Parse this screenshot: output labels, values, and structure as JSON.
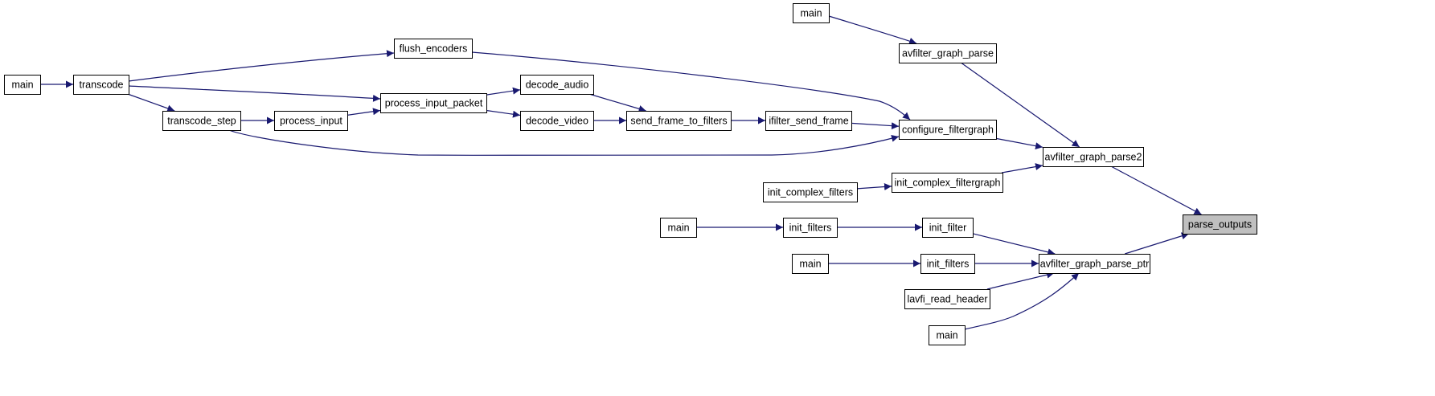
{
  "graph": {
    "nodes": [
      {
        "id": "main_a",
        "label": "main"
      },
      {
        "id": "transcode",
        "label": "transcode"
      },
      {
        "id": "transcode_step",
        "label": "transcode_step"
      },
      {
        "id": "process_input",
        "label": "process_input"
      },
      {
        "id": "flush_encoders",
        "label": "flush_encoders"
      },
      {
        "id": "process_input_packet",
        "label": "process_input_packet"
      },
      {
        "id": "decode_audio",
        "label": "decode_audio"
      },
      {
        "id": "decode_video",
        "label": "decode_video"
      },
      {
        "id": "send_frame_to_filters",
        "label": "send_frame_to_filters"
      },
      {
        "id": "ifilter_send_frame",
        "label": "ifilter_send_frame"
      },
      {
        "id": "main_b",
        "label": "main"
      },
      {
        "id": "avfilter_graph_parse",
        "label": "avfilter_graph_parse"
      },
      {
        "id": "configure_filtergraph",
        "label": "configure_filtergraph"
      },
      {
        "id": "init_complex_filters",
        "label": "init_complex_filters"
      },
      {
        "id": "init_complex_filtergraph",
        "label": "init_complex_filtergraph"
      },
      {
        "id": "avfilter_graph_parse2",
        "label": "avfilter_graph_parse2"
      },
      {
        "id": "main_c",
        "label": "main"
      },
      {
        "id": "init_filters_a",
        "label": "init_filters"
      },
      {
        "id": "init_filter",
        "label": "init_filter"
      },
      {
        "id": "main_d",
        "label": "main"
      },
      {
        "id": "init_filters_b",
        "label": "init_filters"
      },
      {
        "id": "lavfi_read_header",
        "label": "lavfi_read_header"
      },
      {
        "id": "main_e",
        "label": "main"
      },
      {
        "id": "avfilter_graph_parse_ptr",
        "label": "avfilter_graph_parse_ptr"
      },
      {
        "id": "parse_outputs",
        "label": "parse_outputs",
        "highlight": true
      }
    ],
    "edges": [
      {
        "from": "main_a",
        "to": "transcode"
      },
      {
        "from": "transcode",
        "to": "flush_encoders"
      },
      {
        "from": "transcode",
        "to": "process_input_packet"
      },
      {
        "from": "transcode",
        "to": "transcode_step"
      },
      {
        "from": "transcode_step",
        "to": "process_input"
      },
      {
        "from": "process_input",
        "to": "process_input_packet"
      },
      {
        "from": "transcode_step",
        "to": "configure_filtergraph"
      },
      {
        "from": "process_input_packet",
        "to": "decode_audio"
      },
      {
        "from": "process_input_packet",
        "to": "decode_video"
      },
      {
        "from": "decode_audio",
        "to": "send_frame_to_filters"
      },
      {
        "from": "decode_video",
        "to": "send_frame_to_filters"
      },
      {
        "from": "send_frame_to_filters",
        "to": "ifilter_send_frame"
      },
      {
        "from": "ifilter_send_frame",
        "to": "configure_filtergraph"
      },
      {
        "from": "flush_encoders",
        "to": "configure_filtergraph"
      },
      {
        "from": "main_b",
        "to": "avfilter_graph_parse"
      },
      {
        "from": "avfilter_graph_parse",
        "to": "avfilter_graph_parse2"
      },
      {
        "from": "configure_filtergraph",
        "to": "avfilter_graph_parse2"
      },
      {
        "from": "init_complex_filters",
        "to": "init_complex_filtergraph"
      },
      {
        "from": "init_complex_filtergraph",
        "to": "avfilter_graph_parse2"
      },
      {
        "from": "avfilter_graph_parse2",
        "to": "parse_outputs"
      },
      {
        "from": "main_c",
        "to": "init_filters_a"
      },
      {
        "from": "init_filters_a",
        "to": "init_filter"
      },
      {
        "from": "init_filter",
        "to": "avfilter_graph_parse_ptr"
      },
      {
        "from": "main_d",
        "to": "init_filters_b"
      },
      {
        "from": "init_filters_b",
        "to": "avfilter_graph_parse_ptr"
      },
      {
        "from": "lavfi_read_header",
        "to": "avfilter_graph_parse_ptr"
      },
      {
        "from": "main_e",
        "to": "avfilter_graph_parse_ptr"
      },
      {
        "from": "avfilter_graph_parse_ptr",
        "to": "parse_outputs"
      }
    ],
    "colors": {
      "edge": "#191970",
      "node_border": "#000000",
      "node_fill": "#ffffff",
      "highlight_fill": "#bfbfbf"
    }
  }
}
